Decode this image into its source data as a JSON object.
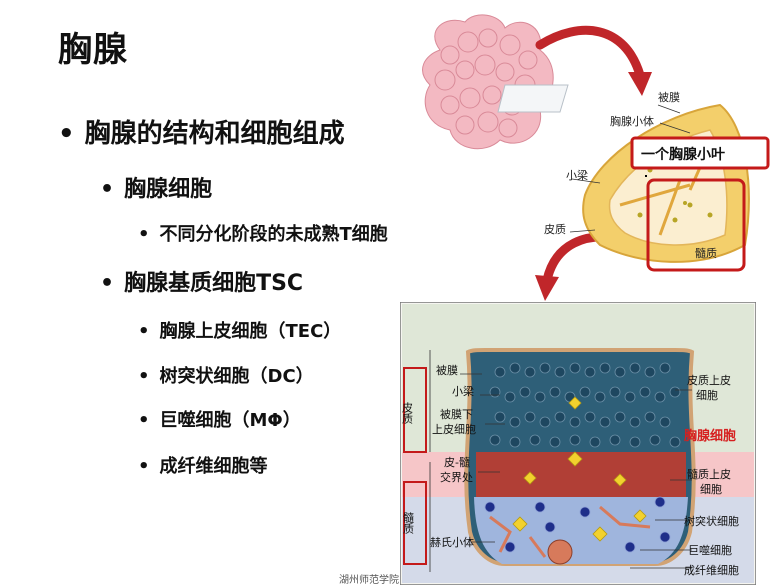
{
  "slide": {
    "title": "胸腺",
    "bullets": [
      {
        "level": 1,
        "text": "胸腺的结构和细胞组成"
      },
      {
        "level": 2,
        "text": "胸腺细胞"
      },
      {
        "level": 3,
        "text": "不同分化阶段的未成熟T细胞"
      },
      {
        "level": 2,
        "text": "胸腺基质细胞TSC"
      },
      {
        "level": 3,
        "text": "胸腺上皮细胞（TEC）"
      },
      {
        "level": 3,
        "text": "树突状细胞（DC）"
      },
      {
        "level": 3,
        "text": "巨噬细胞（MΦ）"
      },
      {
        "level": 3,
        "text": "成纤维细胞等"
      }
    ],
    "bullet_glyph": "•"
  },
  "lobule_diagram": {
    "labels": {
      "capsule": "被膜",
      "lobule": "胸腺小体",
      "highlight": "一个胸腺小叶",
      "trabecula": "小梁",
      "cortex": "皮质",
      "medulla": "髓质"
    }
  },
  "histology_diagram": {
    "side_labels": {
      "cortex": "皮质",
      "medulla": "髓质"
    },
    "left_labels": {
      "capsule": "被膜",
      "trabecula": "小梁",
      "subcapsular_1": "被膜下",
      "subcapsular_2": "上皮细胞",
      "junction_1": "皮-髓",
      "junction_2": "交界处",
      "hassall": "赫氏小体"
    },
    "right_labels": {
      "cortical_epi_1": "皮质上皮",
      "cortical_epi_2": "细胞",
      "thymocyte": "胸腺细胞",
      "medullary_epi_1": "髓质上皮",
      "medullary_epi_2": "细胞",
      "dendritic": "树突状细胞",
      "macrophage": "巨噬细胞",
      "fibroblast": "成纤维细胞"
    },
    "colors": {
      "thymocyte_label": "#d61f1f",
      "highlight_border": "#c41a1a"
    }
  },
  "footer": {
    "caption": "湖州师范学院"
  }
}
